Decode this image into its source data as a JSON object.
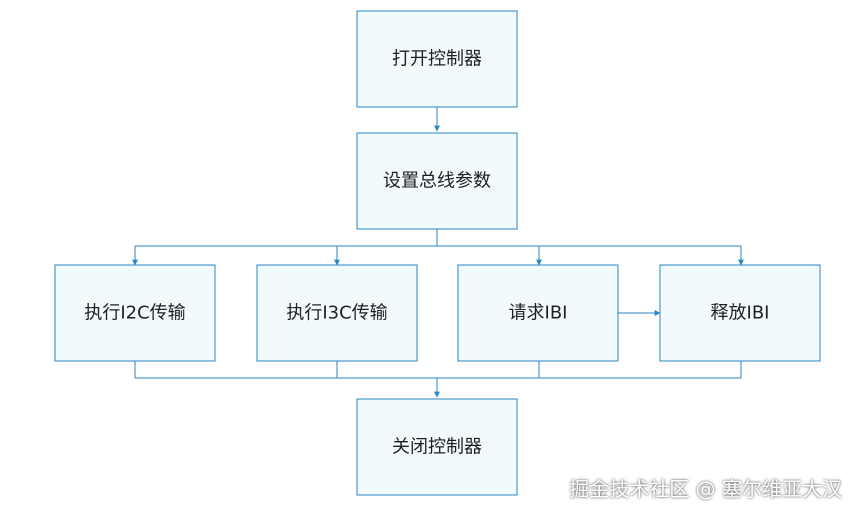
{
  "diagram": {
    "colors": {
      "stroke": "#2b86c5",
      "fill": "#f1fbfd",
      "text": "#1f1f1f"
    },
    "nodes": {
      "open_controller": "打开控制器",
      "set_bus_params": "设置总线参数",
      "i2c_transfer": "执行I2C传输",
      "i3c_transfer": "执行I3C传输",
      "request_ibi": "请求IBI",
      "release_ibi": "释放IBI",
      "close_controller": "关闭控制器"
    }
  },
  "watermark": {
    "text": "掘金技术社区 @ 塞尔维亚大汉"
  }
}
